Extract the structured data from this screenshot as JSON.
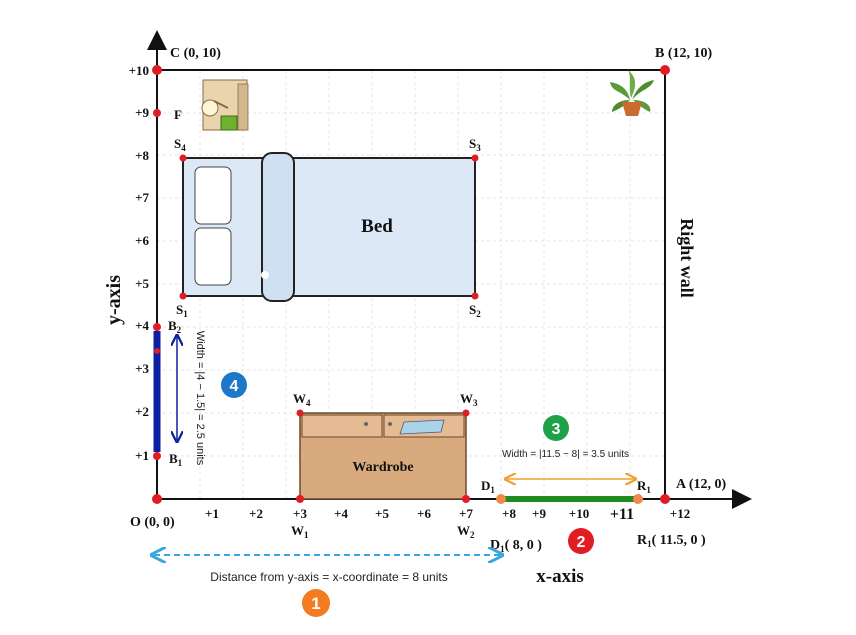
{
  "axes": {
    "x_label": "x-axis",
    "y_label": "y-axis",
    "origin_label": "O (0, 0)",
    "x_ticks": [
      "+1",
      "+2",
      "+3",
      "+4",
      "+5",
      "+6",
      "+7",
      "+8",
      "+9",
      "+10",
      "+11",
      "+12"
    ],
    "y_ticks": [
      "+1",
      "+2",
      "+3",
      "+4",
      "+5",
      "+6",
      "+7",
      "+8",
      "+9",
      "+10"
    ]
  },
  "corners": {
    "c": "C (0, 10)",
    "b": "B (12, 10)",
    "a": "A (12, 0)"
  },
  "right_wall_label": "Right wall",
  "bed": {
    "label": "Bed",
    "s1": "S",
    "s1_sub": "1",
    "s2": "S",
    "s2_sub": "2",
    "s3": "S",
    "s3_sub": "3",
    "s4": "S",
    "s4_sub": "4"
  },
  "wardrobe": {
    "label": "Wardrobe",
    "w1": "W",
    "w1_sub": "1",
    "w2": "W",
    "w2_sub": "2",
    "w3": "W",
    "w3_sub": "3",
    "w4": "W",
    "w4_sub": "4"
  },
  "f_label": "F",
  "door": {
    "d1": "D",
    "d1_sub": "1",
    "r1": "R",
    "r1_sub": "1",
    "d1_coord_pre": "D",
    "d1_coord_sub": "1",
    "d1_coord": "( 8, 0 )",
    "r1_coord_pre": "R",
    "r1_coord_sub": "1",
    "r1_coord": "( 11.5, 0 )",
    "width_text": "Width = |11.5 − 8| = 3.5 units"
  },
  "b_segment": {
    "b1": "B",
    "b1_sub": "1",
    "b2": "B",
    "b2_sub": "2",
    "width_text": "Width = |4 − 1.5| = 2.5 units"
  },
  "distance_text": "Distance from y-axis = x-coordinate = 8 units",
  "badges": [
    "1",
    "2",
    "3",
    "4"
  ],
  "colors": {
    "point": "#e11d24",
    "axis": "#111111",
    "grid": "#e6e6e6",
    "bed_fill": "#dce8f6",
    "wardrobe_fill": "#d9aa7d",
    "door_green": "#1f8a1f",
    "door_orange": "#f0a030",
    "b_blue": "#0b1fa0",
    "dist_blue": "#3aa6e0",
    "badge1": "#f47b20",
    "badge2": "#e11d24",
    "badge3": "#1fa14a",
    "badge4": "#1e78c8"
  }
}
